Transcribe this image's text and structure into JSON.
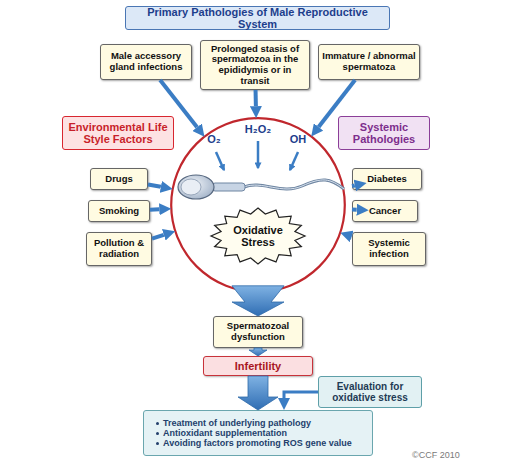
{
  "diagram": {
    "nodes": [
      {
        "text": [
          "Primary Pathologies of Male Reproductive System"
        ]
      },
      {
        "text": [
          "Male accessory gland infections"
        ]
      },
      {
        "text": [
          "Prolonged stasis of spermatozoa in the epididymis or in transit"
        ]
      },
      {
        "text": [
          "Immature / abnormal spermatoza"
        ]
      },
      {
        "text": [
          "Environmental Life Style Factors"
        ]
      },
      {
        "text": [
          "Systemic Pathologies"
        ]
      },
      {
        "text": [
          "Drugs"
        ]
      },
      {
        "text": [
          "Diabetes"
        ]
      },
      {
        "text": [
          "O₂",
          "H₂O₂",
          "OH"
        ]
      },
      {
        "text": [
          "Oxidative Stress"
        ],
        "in": 8
      },
      {
        "text": [
          "Smoking"
        ]
      },
      {
        "text": [
          "Cancer"
        ]
      },
      {
        "text": [
          "Pollution & radiation"
        ]
      },
      {
        "text": [
          "Systemic infection"
        ]
      },
      {
        "text": [
          "Spermatozoal dysfunction"
        ]
      },
      {
        "text": [
          "Infertility"
        ]
      },
      {
        "text": [
          "Evaluation for oxidative stress"
        ]
      },
      {
        "text": [
          "Treatment of underlying pathology",
          "Antioxidant supplementation",
          "Avoiding factors promoting ROS gene value"
        ]
      }
    ],
    "edges": [
      {
        "from": 1,
        "to": 8,
        "arrow": "to"
      },
      {
        "from": 2,
        "to": 8,
        "arrow": "to"
      },
      {
        "from": 3,
        "to": 8,
        "arrow": "to"
      },
      {
        "from": 6,
        "to": 8,
        "arrow": "to"
      },
      {
        "from": 10,
        "to": 8,
        "arrow": "to"
      },
      {
        "from": 12,
        "to": 8,
        "arrow": "to"
      },
      {
        "from": 7,
        "to": 8,
        "arrow": "to"
      },
      {
        "from": 11,
        "to": 8,
        "arrow": "to"
      },
      {
        "from": 13,
        "to": 8,
        "arrow": "to"
      },
      {
        "from": 8,
        "to": 14,
        "arrow": "to"
      },
      {
        "from": 14,
        "to": 15,
        "arrow": "to"
      },
      {
        "from": 15,
        "to": 17,
        "arrow": "to"
      },
      {
        "from": 16,
        "to": 17,
        "arrow": "to"
      }
    ],
    "labels": [
      "©CCF 2010"
    ]
  }
}
